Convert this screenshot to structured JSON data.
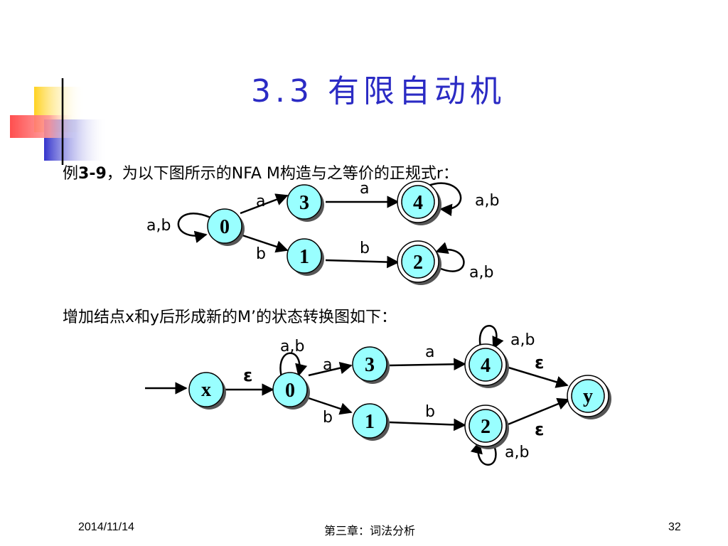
{
  "title": "3.3   有限自动机",
  "example": {
    "prefix": "例",
    "number": "3-9",
    "text": "，为以下图所示的NFA M构造与之等价的正规式r："
  },
  "step_text": "增加结点x和y后形成新的M’的状态转换图如下：",
  "diagram1": {
    "nodes": [
      "0",
      "3",
      "4",
      "1",
      "2"
    ],
    "labels": {
      "loop0": "a,b",
      "e03": "a",
      "e34": "a",
      "loop4": "a,b",
      "e01": "b",
      "e12": "b",
      "loop2": "a,b"
    }
  },
  "diagram2": {
    "nodes": [
      "x",
      "0",
      "3",
      "4",
      "1",
      "2",
      "y"
    ],
    "labels": {
      "ex0": "ε",
      "loop0": "a,b",
      "e03": "a",
      "e34": "a",
      "loop4": "a,b",
      "e4y": "ε",
      "e01": "b",
      "e12": "b",
      "loop2": "a,b",
      "e2y": "ε"
    }
  },
  "footer": {
    "date": "2014/11/14",
    "chapter": "第三章：词法分析",
    "page": "32"
  },
  "colors": {
    "title": "#2b2bc4",
    "node_fill": "#99ffff",
    "node_shadow": "#555555",
    "accent_yellow": "#ffd21f",
    "accent_red": "#ff3b3b",
    "accent_blue": "#3333cc"
  }
}
